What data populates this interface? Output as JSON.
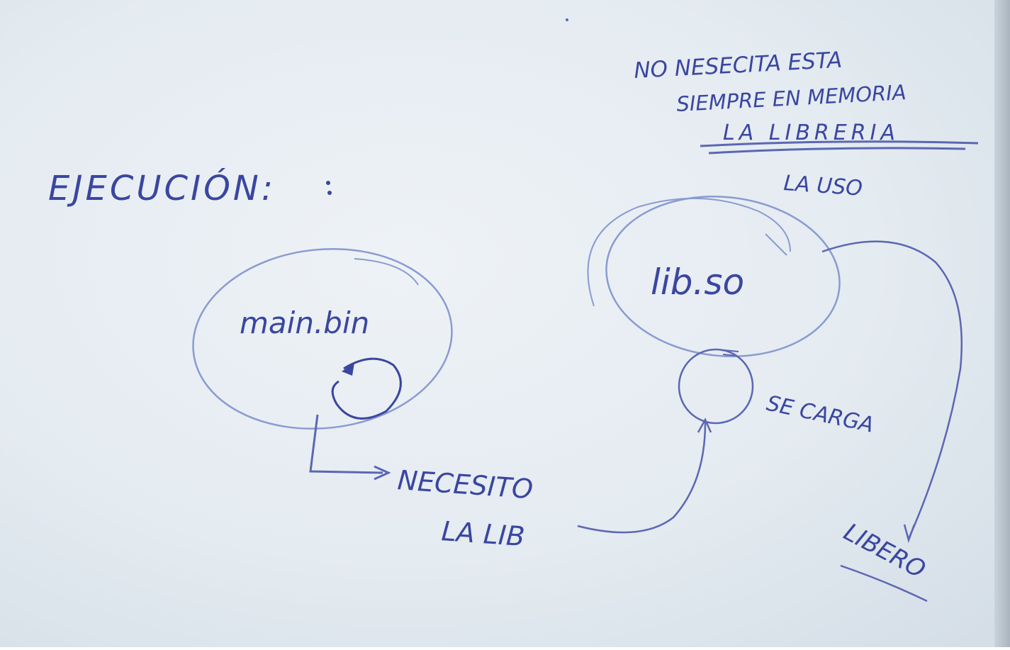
{
  "whiteboard": {
    "title": "EJECUCIÓN:",
    "note": {
      "line1": "NO NESECITA ESTA",
      "line2": "SIEMPRE EN MEMORIA",
      "line3": "LA LIBRERIA"
    },
    "uses_label": "LA USO",
    "main_binary": "main.bin",
    "library": "lib.so",
    "load_label": "SE CARGA",
    "need_label": {
      "line1": "NECESITO",
      "line2": "LA LIB"
    },
    "release_label": "LIBERO"
  },
  "colors": {
    "marker_ink": "#3a46a0",
    "faint_marker": "#8a9bd0",
    "board": "#e6ecf2"
  }
}
